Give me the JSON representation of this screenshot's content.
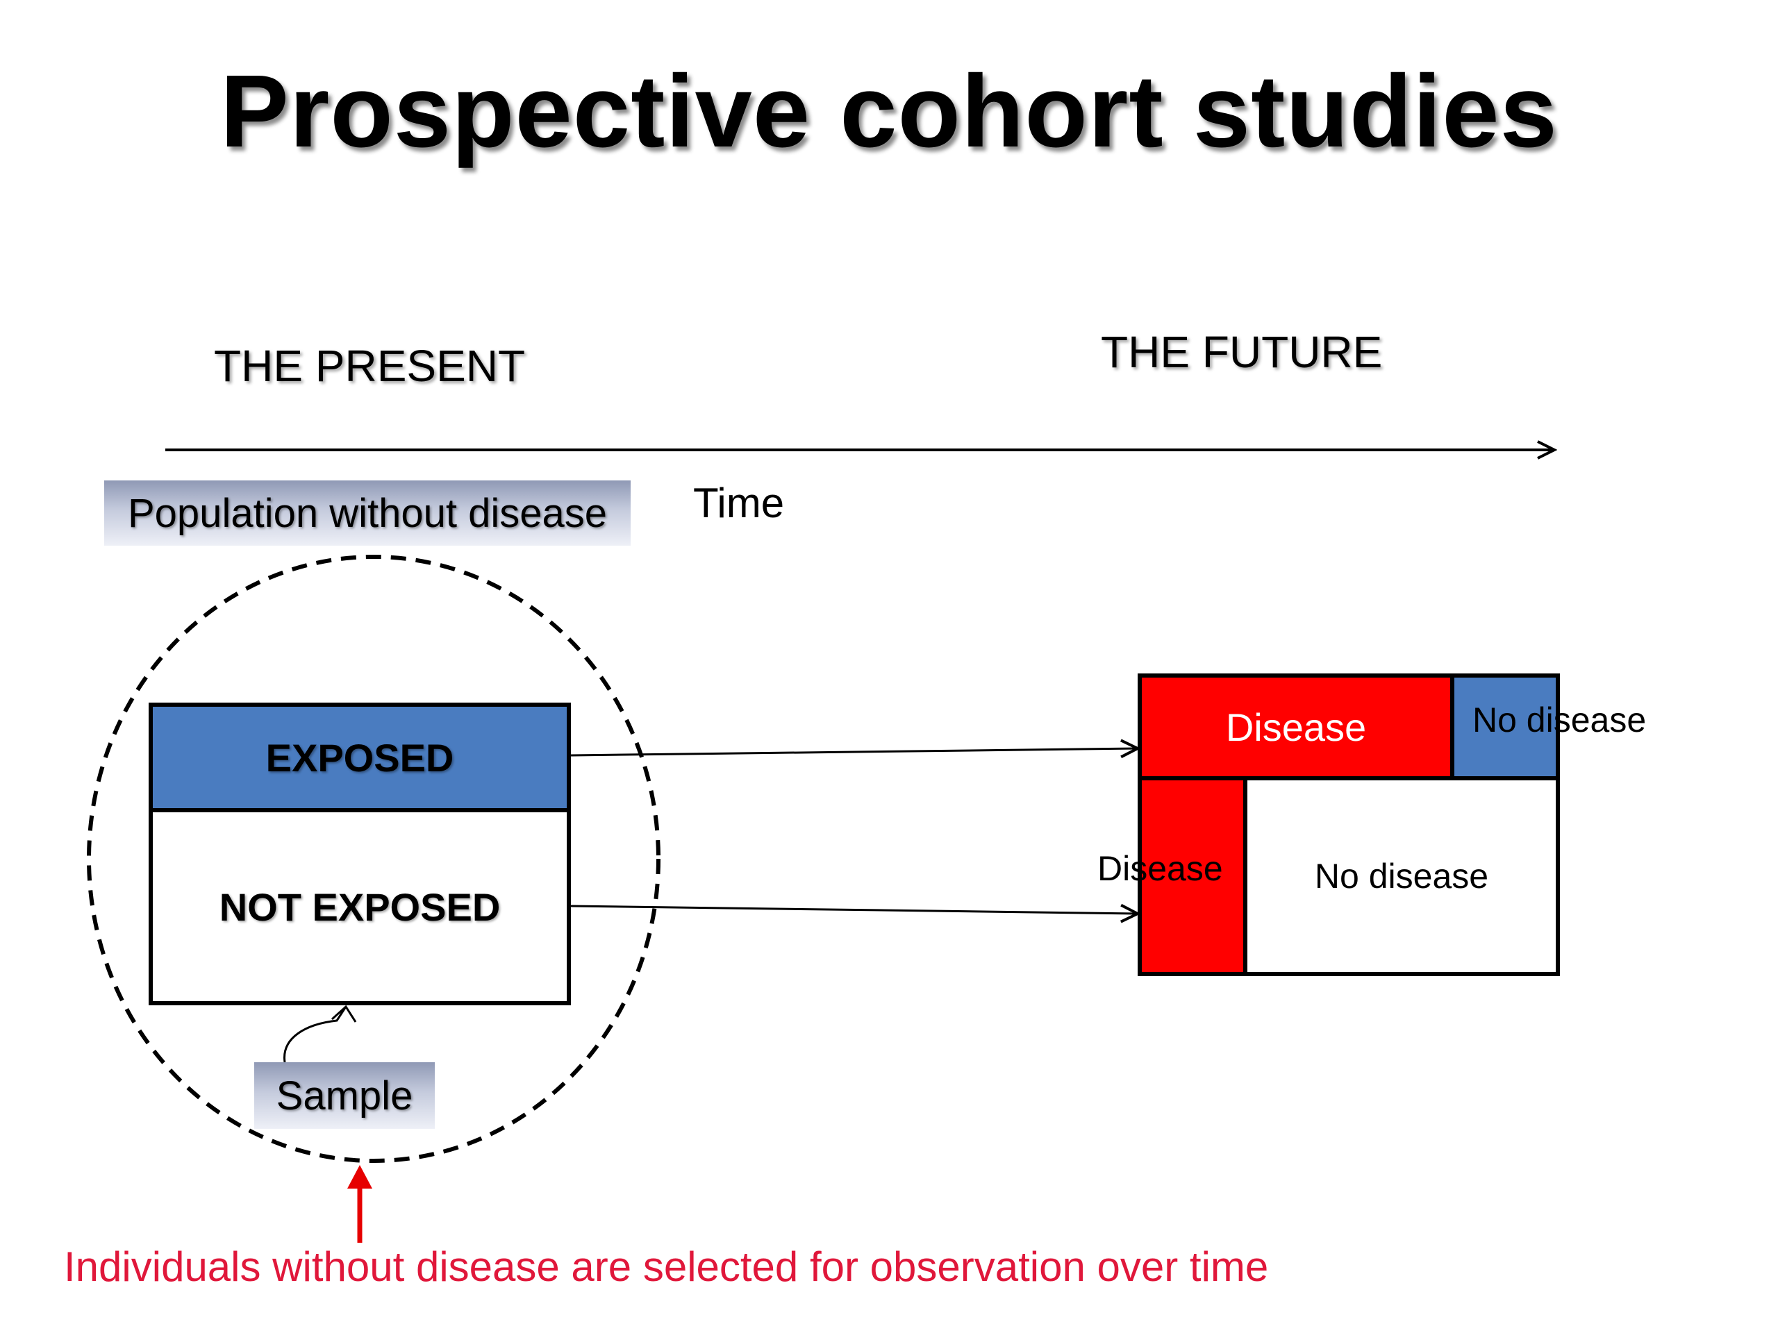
{
  "title": "Prospective cohort studies",
  "timeline": {
    "present_label": "THE PRESENT",
    "future_label": "THE FUTURE",
    "time_label": "Time"
  },
  "population_label": "Population without disease",
  "sample_label": "Sample",
  "present_box": {
    "exposed_label": "EXPOSED",
    "not_exposed_label": "NOT EXPOSED"
  },
  "future_box": {
    "exposed_disease_label": "Disease",
    "exposed_no_disease_label": "No disease",
    "not_exposed_disease_label": "Disease",
    "not_exposed_no_disease_label": "No disease"
  },
  "caption": "Individuals without disease are selected for observation over time",
  "colors": {
    "exposed": "#4a7cc0",
    "disease": "#ff0000",
    "caption": "#e0173a"
  }
}
